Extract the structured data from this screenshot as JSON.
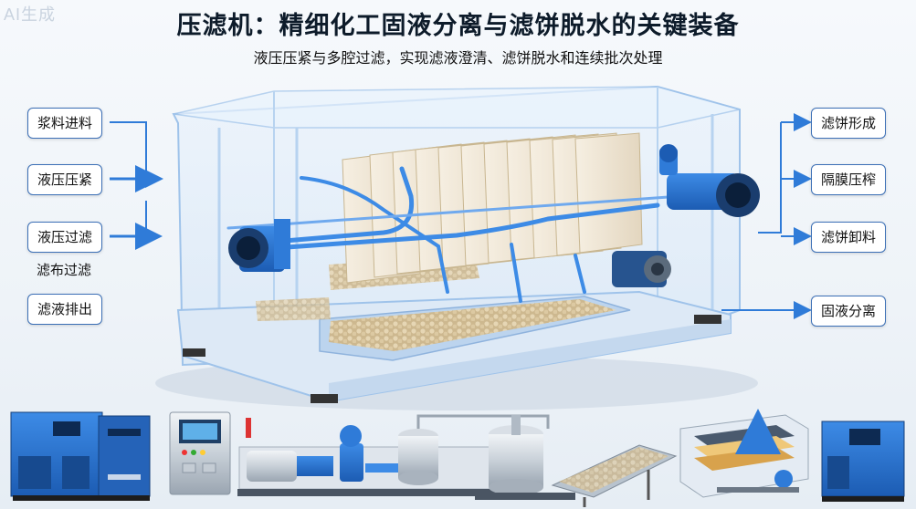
{
  "watermark": "AI生成",
  "title": "压滤机：精细化工固液分离与滤饼脱水的关键装备",
  "subtitle": "液压压紧与多腔过滤，实现滤液澄清、滤饼脱水和连续批次处理",
  "left_labels": [
    "浆料进料",
    "液压压紧",
    "液压过滤",
    "滤布过滤",
    "滤液排出"
  ],
  "right_labels": [
    "滤饼形成",
    "隔膜压榨",
    "滤饼卸料",
    "固液分离"
  ],
  "colors": {
    "accent": "#2f7bd8",
    "frame": "#9fc3ea",
    "cake": "#efe6d6",
    "granule": "#d9c7a3"
  }
}
